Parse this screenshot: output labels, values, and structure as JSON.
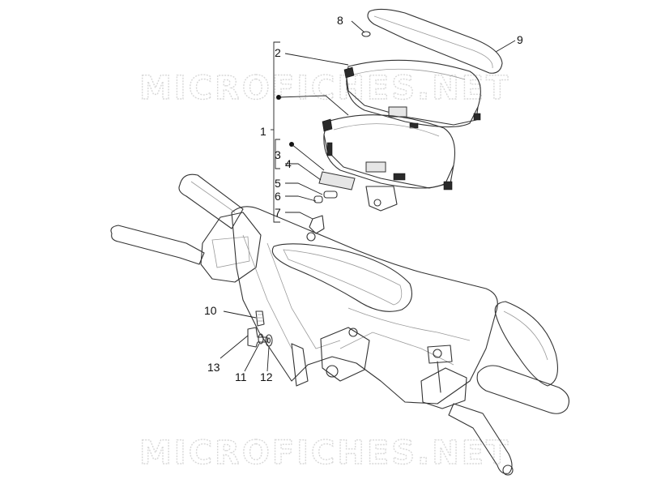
{
  "watermark": {
    "text": "MICROFICHES.NET"
  },
  "callouts": {
    "c1": "1",
    "c2": "2",
    "c3": "3",
    "c4": "4",
    "c5": "5",
    "c6": "6",
    "c7": "7",
    "c8": "8",
    "c9": "9",
    "c10": "10",
    "c11": "11",
    "c12": "12",
    "c13": "13"
  },
  "colors": {
    "line": "#333333",
    "watermark": "#d8d8d8",
    "background": "#ffffff"
  }
}
